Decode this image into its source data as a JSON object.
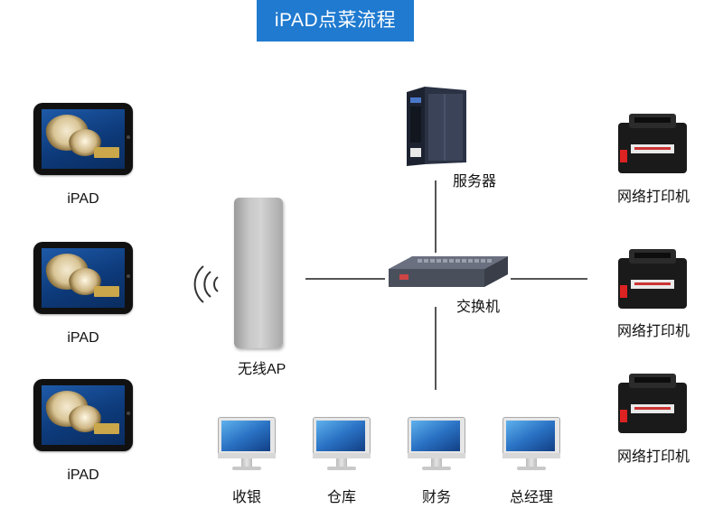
{
  "title": "iPAD点菜流程",
  "ipads": [
    {
      "label": "iPAD"
    },
    {
      "label": "iPAD"
    },
    {
      "label": "iPAD"
    }
  ],
  "access_point": {
    "label": "无线AP"
  },
  "server": {
    "label": "服务器"
  },
  "switch": {
    "label": "交换机"
  },
  "printers": [
    {
      "label": "网络打印机"
    },
    {
      "label": "网络打印机"
    },
    {
      "label": "网络打印机"
    }
  ],
  "terminals": [
    {
      "label": "收银"
    },
    {
      "label": "仓库"
    },
    {
      "label": "财务"
    },
    {
      "label": "总经理"
    }
  ],
  "colors": {
    "banner": "#1f7ad0",
    "line": "#555555"
  }
}
